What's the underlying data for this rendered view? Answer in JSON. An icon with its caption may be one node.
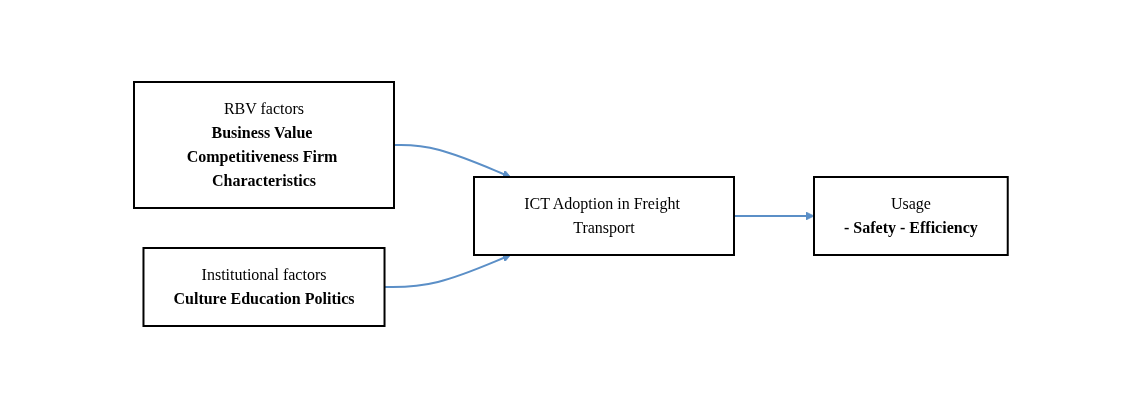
{
  "diagram": {
    "nodes": [
      {
        "text": [
          "RBV factors",
          "Business Value Competitiveness Firm Characteristics"
        ]
      },
      {
        "text": [
          "Institutional factors",
          "Culture Education Politics"
        ]
      },
      {
        "text": [
          "ICT Adoption in Freight Transport"
        ]
      },
      {
        "text": [
          "Usage",
          "- Safety - Efficiency"
        ]
      }
    ],
    "edges": [
      {
        "from": 0,
        "to": 2,
        "arrow": "to"
      },
      {
        "from": 1,
        "to": 2,
        "arrow": "to"
      },
      {
        "from": 2,
        "to": 3,
        "arrow": "to"
      }
    ]
  }
}
